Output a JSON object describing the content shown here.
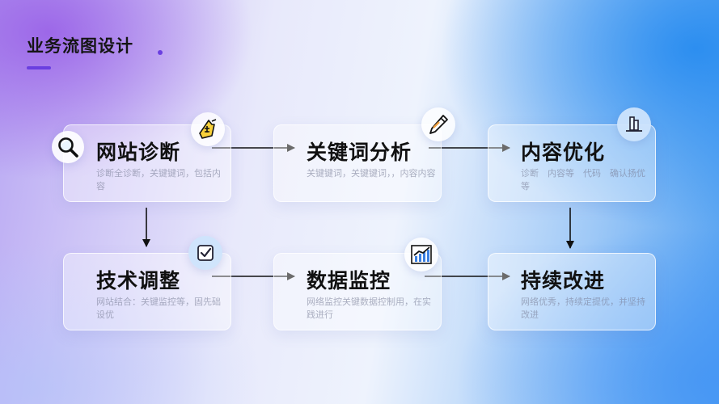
{
  "page": {
    "title": "业务流图设计",
    "accent": "#6a3fe0"
  },
  "steps": [
    {
      "id": "step-1",
      "title": "网站诊断",
      "desc": "诊断全诊断，关键键词，包括内容",
      "icon": "mortar-board-icon"
    },
    {
      "id": "step-2",
      "title": "关键词分析",
      "desc": "关键键词，关键键词，，内容内容",
      "icon": "pencil-icon"
    },
    {
      "id": "step-3",
      "title": "内容优化",
      "desc": "诊断　内容等　代码　确认扬优等",
      "icon": "building-icon"
    },
    {
      "id": "step-4",
      "title": "技术调整",
      "desc": "网站结合：关键监控等，固先础设优",
      "icon": "checkbox-icon"
    },
    {
      "id": "step-5",
      "title": "数据监控",
      "desc": "网络监控关键数据控制用，在实践进行",
      "icon": "line-chart-icon"
    },
    {
      "id": "step-6",
      "title": "持续改进",
      "desc": "网络优秀，持续定提优，并坚持改进",
      "icon": ""
    }
  ],
  "connections": [
    {
      "from": "step-1",
      "to": "step-2"
    },
    {
      "from": "step-2",
      "to": "step-3"
    },
    {
      "from": "step-1",
      "to": "step-4"
    },
    {
      "from": "step-4",
      "to": "step-5"
    },
    {
      "from": "step-5",
      "to": "step-6"
    },
    {
      "from": "step-3",
      "to": "step-6"
    }
  ]
}
